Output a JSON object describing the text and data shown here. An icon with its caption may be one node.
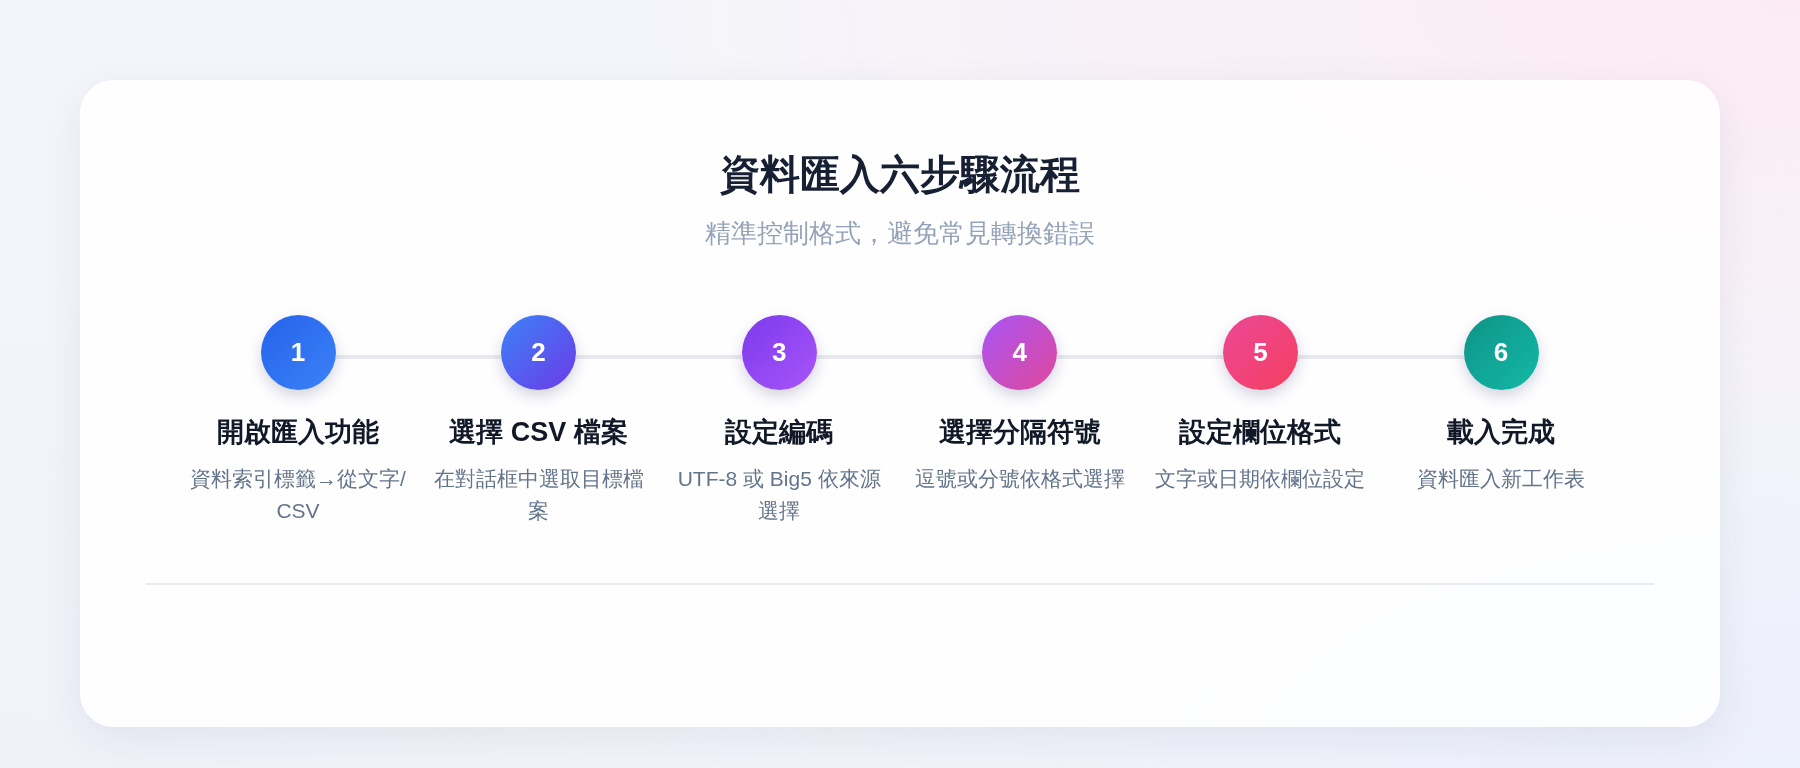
{
  "diagram": {
    "title": "資料匯入六步驟流程",
    "nodes": [
      {
        "text": [
          "1"
        ],
        "beside": [
          "開啟匯入功能",
          "資料索引標籤→從文字/CSV"
        ]
      },
      {
        "text": [
          "2"
        ],
        "beside": [
          "選擇 CSV 檔案",
          "在對話框中選取目標檔案"
        ]
      },
      {
        "text": [
          "3"
        ],
        "beside": [
          "設定編碼",
          "UTF-8 或 Big5 依來源選擇"
        ]
      },
      {
        "text": [
          "4"
        ],
        "beside": [
          "選擇分隔符號",
          "逗號或分號依格式選擇"
        ]
      },
      {
        "text": [
          "5"
        ],
        "beside": [
          "設定欄位格式",
          "文字或日期依欄位設定"
        ]
      },
      {
        "text": [
          "6"
        ],
        "beside": [
          "載入完成",
          "資料匯入新工作表"
        ]
      }
    ],
    "edges": [
      {
        "from": 0,
        "to": 1,
        "arrow": "none"
      },
      {
        "from": 1,
        "to": 2,
        "arrow": "none"
      },
      {
        "from": 2,
        "to": 3,
        "arrow": "none"
      },
      {
        "from": 3,
        "to": 4,
        "arrow": "none"
      },
      {
        "from": 4,
        "to": 5,
        "arrow": "none"
      }
    ],
    "labels": [
      "精準控制格式，避免常見轉換錯誤"
    ]
  }
}
